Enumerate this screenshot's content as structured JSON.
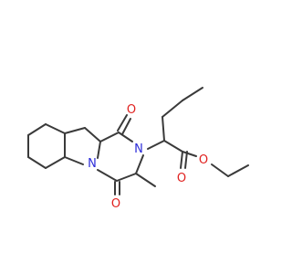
{
  "molecule": {
    "atoms": [
      {
        "id": "O1",
        "label": "O",
        "color": "#e0211f"
      },
      {
        "id": "N1",
        "label": "N",
        "color": "#2b2bd9"
      },
      {
        "id": "N2",
        "label": "N",
        "color": "#2b2bd9"
      },
      {
        "id": "O2",
        "label": "O",
        "color": "#e0211f"
      },
      {
        "id": "O3",
        "label": "O",
        "color": "#e0211f"
      },
      {
        "id": "O4",
        "label": "O",
        "color": "#e0211f"
      }
    ],
    "bond_color": "#3a3a3a"
  }
}
